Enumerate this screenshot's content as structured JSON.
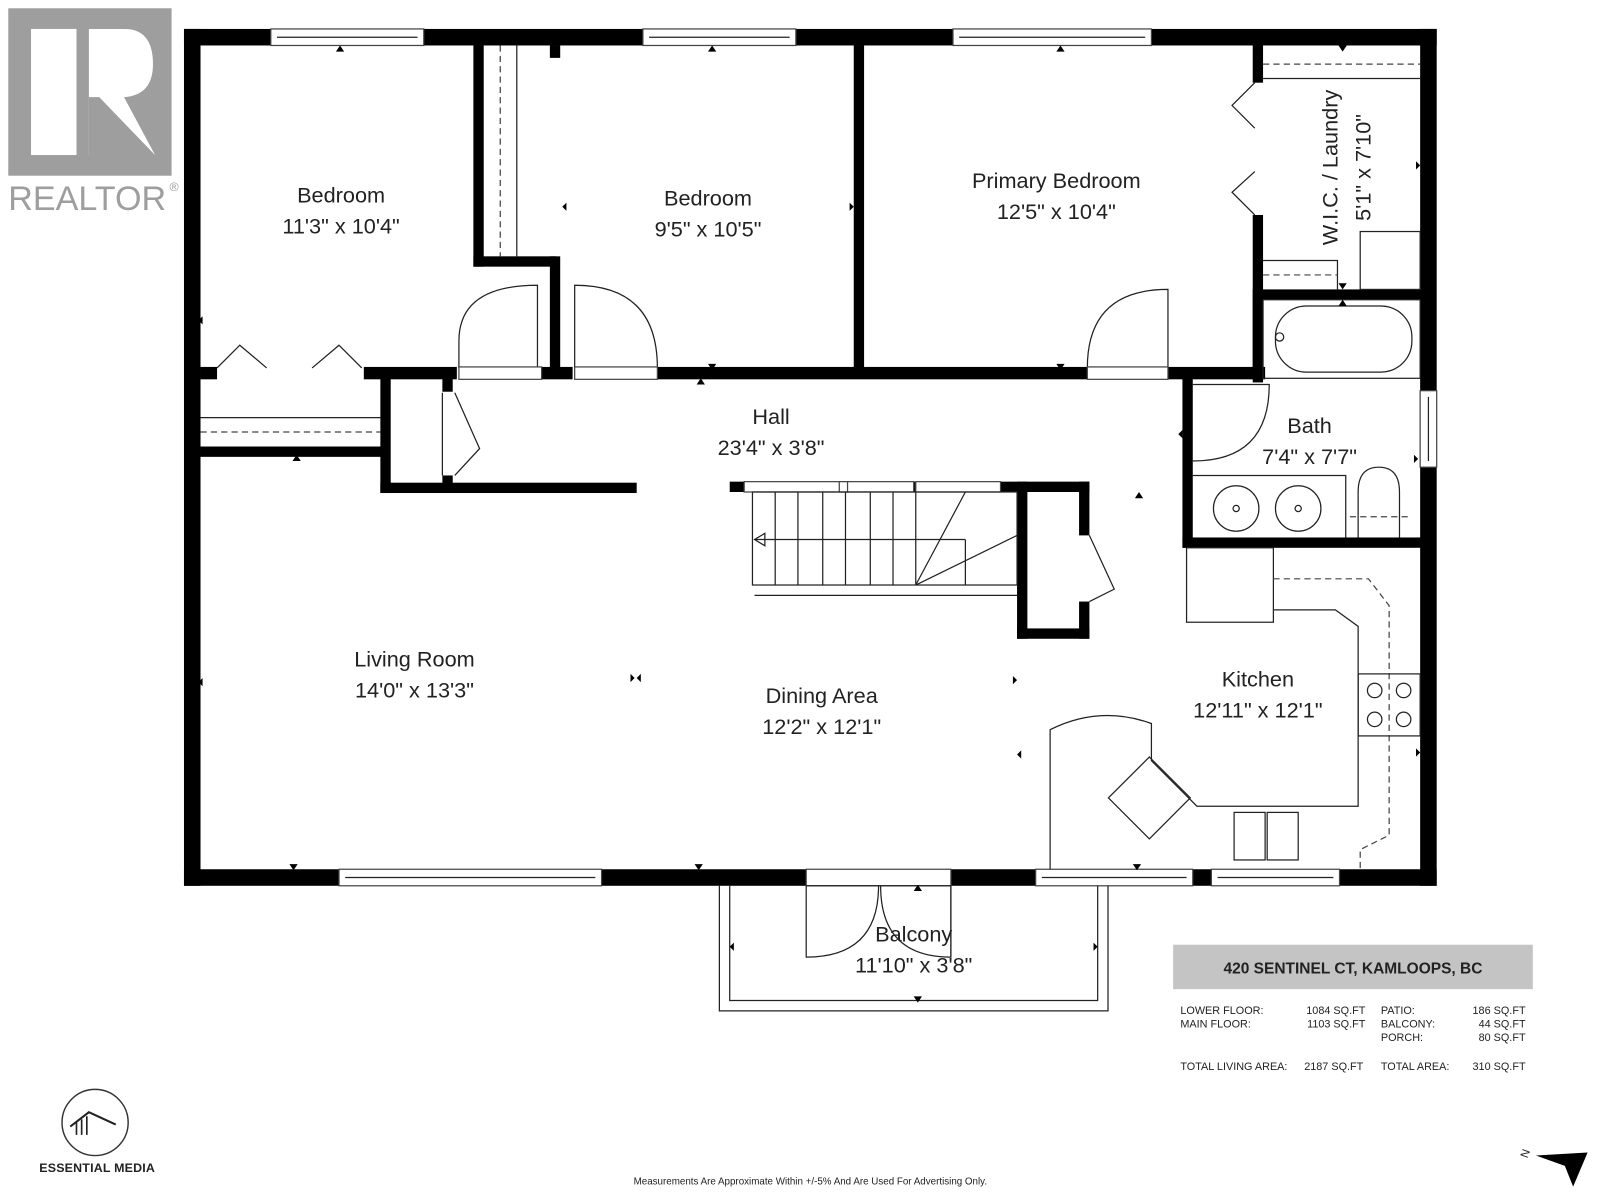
{
  "branding": {
    "realtor_logo_text": "REALTOR",
    "realtor_mark": "®",
    "realtor_logo_color": "#9e9e9e",
    "photographer": "ESSENTIAL MEDIA"
  },
  "rooms": [
    {
      "name": "Bedroom",
      "dims": "11'3\" x 10'4\""
    },
    {
      "name": "Bedroom",
      "dims": "9'5\" x 10'5\""
    },
    {
      "name": "Primary Bedroom",
      "dims": "12'5\" x 10'4\""
    },
    {
      "name": "W.I.C. / Laundry",
      "dims": "5'1\" x 7'10\""
    },
    {
      "name": "Hall",
      "dims": "23'4\" x 3'8\""
    },
    {
      "name": "Bath",
      "dims": "7'4\" x 7'7\""
    },
    {
      "name": "Living Room",
      "dims": "14'0\" x 13'3\""
    },
    {
      "name": "Dining Area",
      "dims": "12'2\" x 12'1\""
    },
    {
      "name": "Kitchen",
      "dims": "12'11\" x 12'1\""
    },
    {
      "name": "Balcony",
      "dims": "11'10\" x 3'8\""
    }
  ],
  "info": {
    "address": "420 SENTINEL CT, KAMLOOPS, BC",
    "address_bg": "#c4c4c4",
    "living": [
      {
        "label": "LOWER FLOOR:",
        "value": "1084 SQ.FT"
      },
      {
        "label": "MAIN FLOOR:",
        "value": "1103 SQ.FT"
      }
    ],
    "other": [
      {
        "label": "PATIO:",
        "value": "186 SQ.FT"
      },
      {
        "label": "BALCONY:",
        "value": "44 SQ.FT"
      },
      {
        "label": "PORCH:",
        "value": "80 SQ.FT"
      }
    ],
    "total_living": {
      "label": "TOTAL LIVING AREA:",
      "value": "2187 SQ.FT"
    },
    "total_area": {
      "label": "TOTAL AREA:",
      "value": "310 SQ.FT"
    }
  },
  "compass": {
    "label": "N",
    "icon": "north-arrow-icon"
  },
  "disclaimer": "Measurements Are Approximate Within +/-5% And Are Used For Advertising Only."
}
